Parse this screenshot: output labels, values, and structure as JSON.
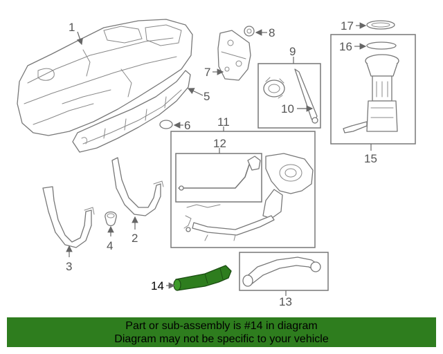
{
  "diagram": {
    "callouts": [
      "1",
      "2",
      "3",
      "4",
      "5",
      "6",
      "7",
      "8",
      "9",
      "10",
      "11",
      "12",
      "13",
      "14",
      "15",
      "16",
      "17"
    ],
    "highlighted_part": "14",
    "highlight_color": "#2e7d1e"
  },
  "banner": {
    "line1": "Part or sub-assembly is #14 in diagram",
    "line2": "Diagram may not be specific to your vehicle",
    "background": "#2e7d1e"
  }
}
